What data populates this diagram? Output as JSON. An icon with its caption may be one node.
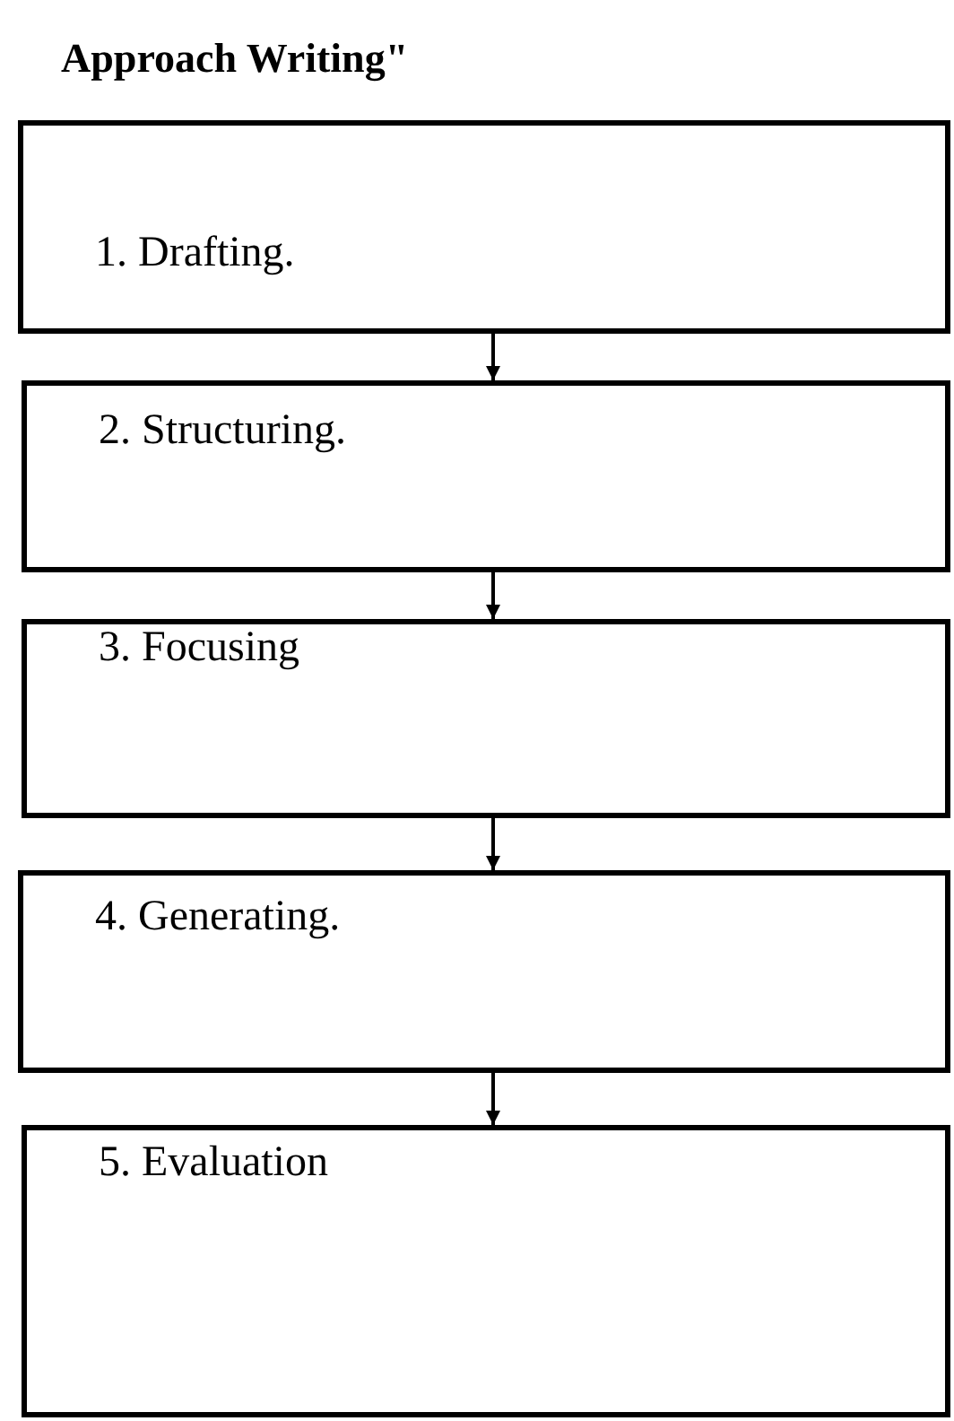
{
  "diagram": {
    "title": "Approach Writing\"",
    "nodes": [
      {
        "text": [
          "1. Drafting."
        ]
      },
      {
        "text": [
          "2. Structuring."
        ]
      },
      {
        "text": [
          "3. Focusing"
        ]
      },
      {
        "text": [
          "4. Generating."
        ]
      },
      {
        "text": [
          "5. Evaluation"
        ]
      }
    ],
    "edges": [
      {
        "from": 0,
        "to": 1,
        "arrow": "to"
      },
      {
        "from": 1,
        "to": 2,
        "arrow": "to"
      },
      {
        "from": 2,
        "to": 3,
        "arrow": "to"
      },
      {
        "from": 3,
        "to": 4,
        "arrow": "to"
      }
    ]
  }
}
